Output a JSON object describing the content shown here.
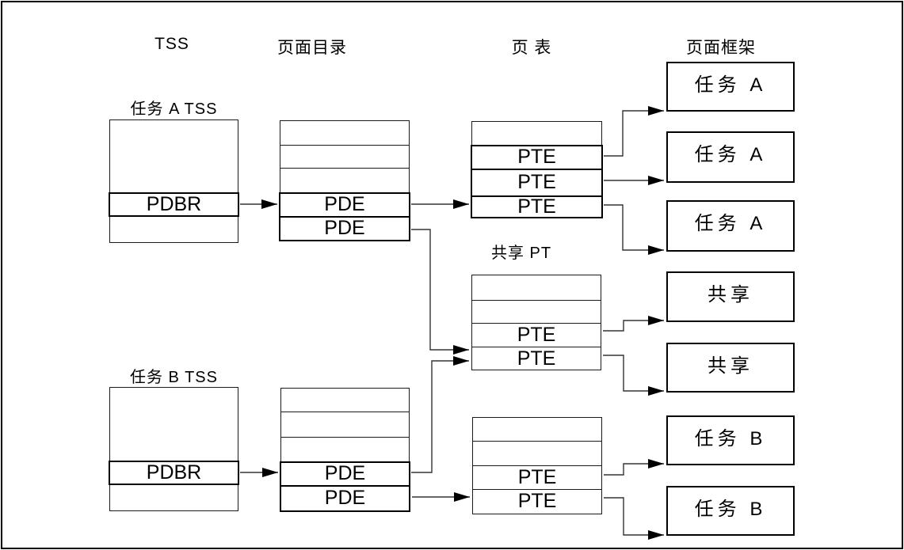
{
  "headers": {
    "tss": "TSS",
    "page_directory": "页面目录",
    "page_table": "页 表",
    "page_frame": "页面框架"
  },
  "tss_a": {
    "title": "任务 A TSS",
    "pdbr": "PDBR"
  },
  "tss_b": {
    "title": "任务 B TSS",
    "pdbr": "PDBR"
  },
  "pd_a": {
    "pde1": "PDE",
    "pde2": "PDE"
  },
  "pd_b": {
    "pde1": "PDE",
    "pde2": "PDE"
  },
  "pt_a": {
    "pte1": "PTE",
    "pte2": "PTE",
    "pte3": "PTE"
  },
  "shared_pt": {
    "title": "共享 PT",
    "pte1": "PTE",
    "pte2": "PTE"
  },
  "pt_b": {
    "pte1": "PTE",
    "pte2": "PTE"
  },
  "frames": {
    "task_a": [
      "任务 A",
      "任务 A",
      "任务 A"
    ],
    "shared": [
      "共享",
      "共享"
    ],
    "task_b": [
      "任务 B",
      "任务 B"
    ]
  },
  "colors": {
    "line": "#333333",
    "text": "#000000",
    "background": "#ffffff"
  }
}
